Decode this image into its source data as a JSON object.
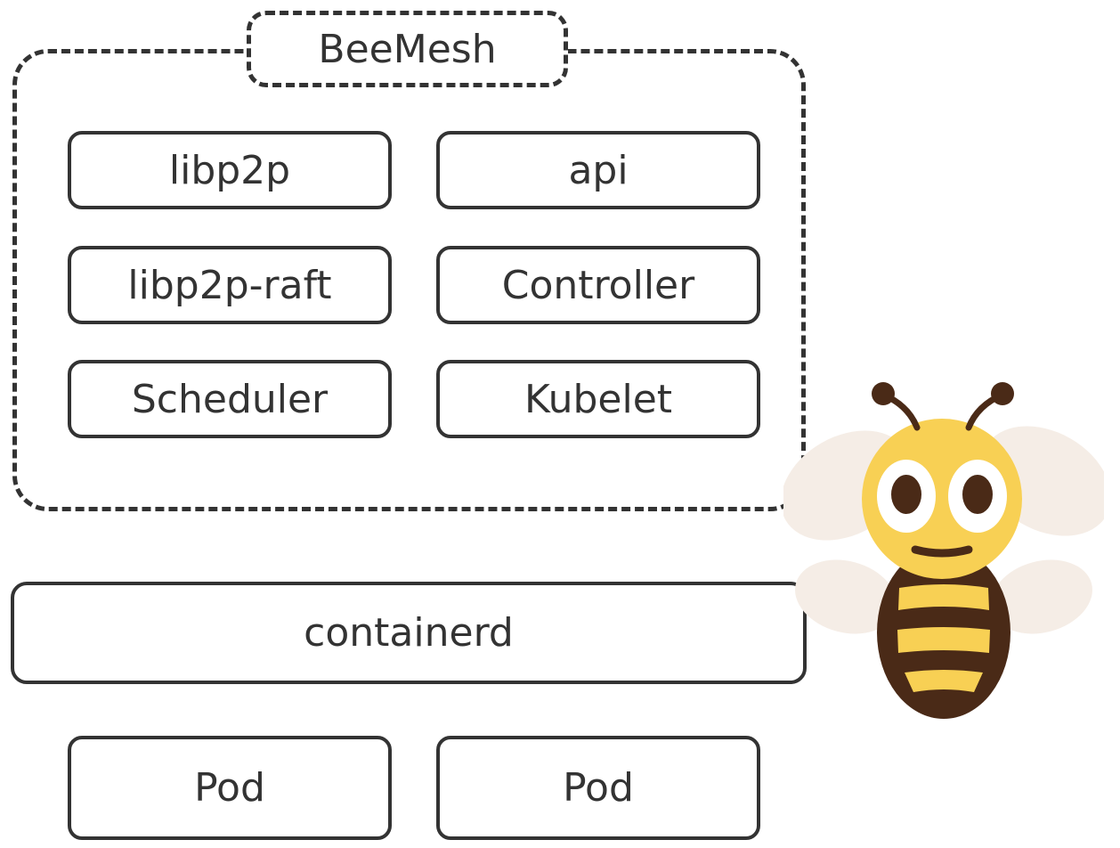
{
  "title": "BeeMesh",
  "components": {
    "libp2p": "libp2p",
    "api": "api",
    "libp2p_raft": "libp2p-raft",
    "controller": "Controller",
    "scheduler": "Scheduler",
    "kubelet": "Kubelet"
  },
  "runtime": "containerd",
  "pods": [
    "Pod",
    "Pod"
  ],
  "colors": {
    "outline": "#333333",
    "bee_yellow": "#F8D054",
    "bee_brown": "#4A2A17",
    "wing": "#F5EDE6",
    "eye_white": "#FFFFFF"
  },
  "mascot": "bee-mascot"
}
